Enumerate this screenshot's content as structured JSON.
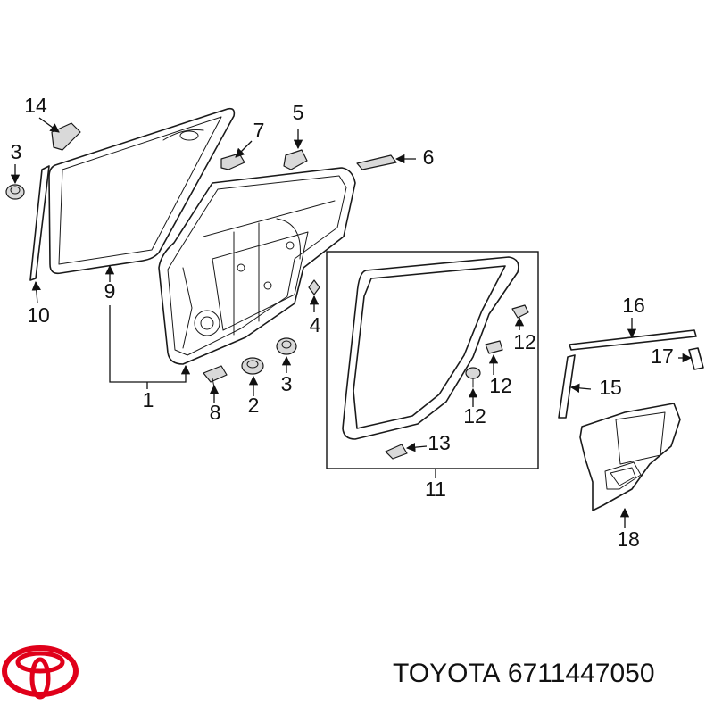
{
  "brand": {
    "name": "TOYOTA",
    "part_number": "6711447050",
    "logo_color": "#e0001a"
  },
  "callouts": {
    "c1": "1",
    "c2": "2",
    "c3a": "3",
    "c3b": "3",
    "c4": "4",
    "c5": "5",
    "c6": "6",
    "c7": "7",
    "c8": "8",
    "c9": "9",
    "c10": "10",
    "c11": "11",
    "c12a": "12",
    "c12b": "12",
    "c12c": "12",
    "c13": "13",
    "c14": "14",
    "c15": "15",
    "c16": "16",
    "c17": "17",
    "c18": "18"
  }
}
